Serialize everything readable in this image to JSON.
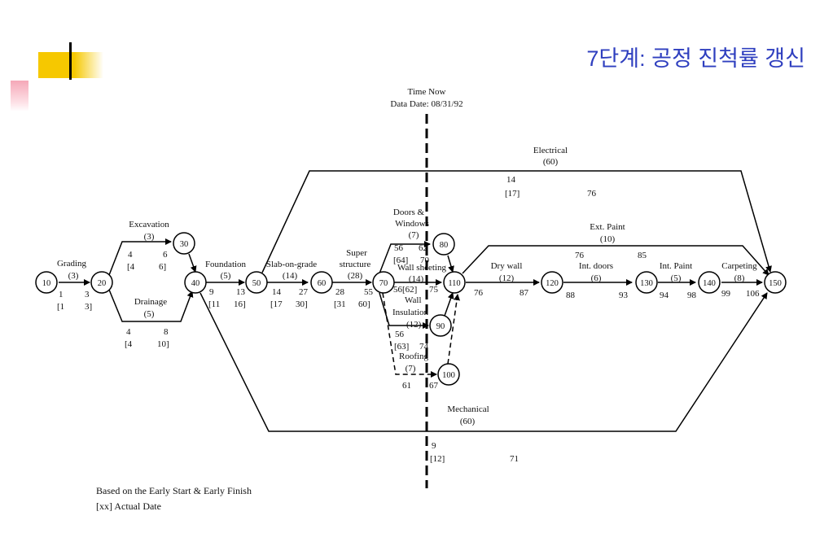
{
  "slide": {
    "title": "7단계: 공정 진척률 갱신",
    "time_now": "Time Now",
    "data_date": "Data Date: 08/31/92"
  },
  "nodes": [
    "10",
    "20",
    "30",
    "40",
    "50",
    "60",
    "70",
    "80",
    "90",
    "100",
    "110",
    "120",
    "130",
    "140",
    "150"
  ],
  "activities": {
    "grading": {
      "name": "Grading",
      "dur": "(3)",
      "es": "1",
      "ef": "3",
      "as": "[1",
      "af": "3]"
    },
    "excavation": {
      "name": "Excavation",
      "dur": "(3)",
      "es": "4",
      "ef": "6",
      "as": "[4",
      "af": "6]"
    },
    "drainage": {
      "name": "Drainage",
      "dur": "(5)",
      "es": "4",
      "ef": "8",
      "as": "[4",
      "af": "10]"
    },
    "foundation": {
      "name": "Foundation",
      "dur": "(5)",
      "es": "9",
      "ef": "13",
      "as": "[11",
      "af": "16]"
    },
    "slab": {
      "name": "Slab-on-grade",
      "dur": "(14)",
      "es": "14",
      "ef": "27",
      "as": "[17",
      "af": "30]"
    },
    "super": {
      "name1": "Super",
      "name2": "structure",
      "dur": "(28)",
      "es": "28",
      "ef": "55",
      "as": "[31",
      "af": "60]"
    },
    "doors": {
      "name1": "Doors &",
      "name2": "Windows",
      "dur": "(7)",
      "es": "56",
      "ef": "62",
      "as": "[64]",
      "af": "70"
    },
    "wall_sheeting": {
      "name": "Wall sheeting",
      "dur": "(14)",
      "es": "56[62]",
      "ef": "75"
    },
    "wall_insulation": {
      "name1": "Wall",
      "name2": "Insulation",
      "dur": "(12)",
      "es": "56",
      "as": "[63]",
      "ef": "74"
    },
    "roofing": {
      "name": "Roofing",
      "dur": "(7)",
      "es": "61",
      "ef": "67"
    },
    "electrical": {
      "name": "Electrical",
      "dur": "(60)",
      "es": "14",
      "as": "[17]",
      "ef": "76"
    },
    "mechanical": {
      "name": "Mechanical",
      "dur": "(60)",
      "es": "9",
      "as": "[12]",
      "ef": "71"
    },
    "ext_paint": {
      "name": "Ext. Paint",
      "dur": "(10)",
      "es": "76",
      "ef": "85"
    },
    "dry_wall": {
      "name": "Dry wall",
      "dur": "(12)",
      "es": "76",
      "ef": "87"
    },
    "int_doors": {
      "name": "Int. doors",
      "dur": "(6)",
      "es": "88",
      "ef": "93"
    },
    "int_paint": {
      "name": "Int. Paint",
      "dur": "(5)",
      "es": "94",
      "ef": "98"
    },
    "carpeting": {
      "name": "Carpeting",
      "dur": "(8)",
      "es": "99",
      "ef": "106"
    }
  },
  "notes": {
    "based_on": "Based on the Early Start & Early Finish",
    "actual": "[xx]  Actual Date"
  }
}
